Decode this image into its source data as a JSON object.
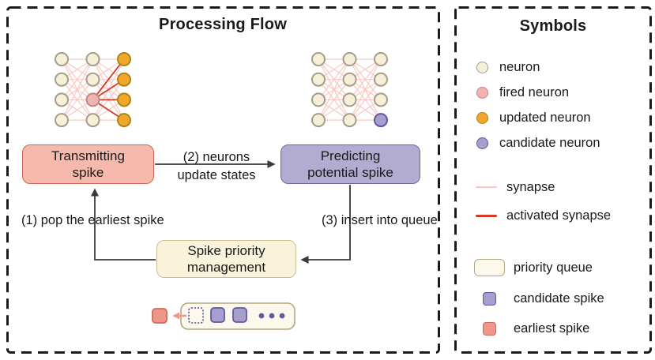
{
  "left_panel": {
    "title": "Processing Flow",
    "boxes": {
      "transmitting": "Transmitting\nspike",
      "predicting": "Predicting\npotential  spike",
      "priority": "Spike priority\nmanagement"
    },
    "arrow_labels": {
      "step1": "(1) pop the earliest spike",
      "step2": "(2) neurons\nupdate states",
      "step3": "(3) insert into queue"
    },
    "networks": {
      "left": {
        "grid": [
          "nnnn",
          "nnfn",
          "uuuu"
        ]
      },
      "right": {
        "grid": [
          "nnnn",
          "nnnn",
          "nnnc"
        ]
      }
    },
    "queue": {
      "slots": [
        "popped",
        "candidate",
        "candidate"
      ],
      "ellipsis_dots": 3,
      "outside": "earliest"
    }
  },
  "symbols_panel": {
    "title": "Symbols",
    "items": [
      {
        "label": "neuron"
      },
      {
        "label": "fired neuron"
      },
      {
        "label": "updated neuron"
      },
      {
        "label": "candidate neuron"
      },
      {
        "label": "synapse"
      },
      {
        "label": "activated synapse"
      },
      {
        "label": "priority queue"
      },
      {
        "label": "candidate spike"
      },
      {
        "label": "earliest spike"
      }
    ]
  },
  "colors": {
    "panel_border": "#1b1b1b",
    "text": "#1a1a1a",
    "neuron_fill": "#f7f0d9",
    "neuron_border": "#a59c89",
    "fired_fill": "#f1b3af",
    "fired_border": "#bd8985",
    "updated_fill": "#f3a72a",
    "updated_border": "#a8861e",
    "candidate_fill": "#a69ecd",
    "candidate_border": "#6059a2",
    "synapse": "#f8c9c4",
    "activated_synapse": "#d53a26",
    "flow_arrow": "#3a3a3a",
    "transmitting_fill": "#f5b9ae",
    "transmitting_border": "#c96a5d",
    "predicting_fill": "#b2acd0",
    "predicting_border": "#6e68a0",
    "priority_fill": "#faf3dc",
    "priority_border": "#c9bd96",
    "queue_fill": "#fcf8eb",
    "queue_border": "#b3a884",
    "earliest_fill": "#f0968b",
    "earliest_border": "#d16b5f",
    "pop_arrow": "#f0978c",
    "dotted_slot_border": "#534d9b",
    "ellipsis_dot": "#6059a2"
  }
}
